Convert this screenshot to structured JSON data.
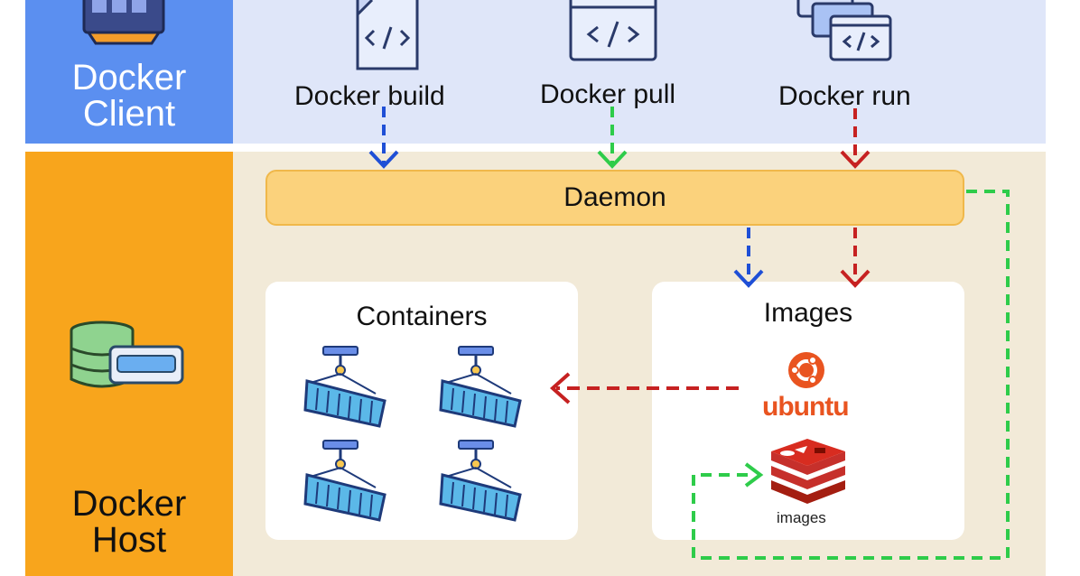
{
  "client": {
    "title_line1": "Docker",
    "title_line2": "Client"
  },
  "host": {
    "title_line1": "Docker",
    "title_line2": "Host"
  },
  "commands": [
    {
      "label": "Docker build",
      "arrow_color": "#1f4fd6"
    },
    {
      "label": "Docker pull",
      "arrow_color": "#2ecc4a"
    },
    {
      "label": "Docker run",
      "arrow_color": "#c62121"
    }
  ],
  "daemon": {
    "label": "Daemon"
  },
  "containers": {
    "title": "Containers"
  },
  "images": {
    "title": "Images",
    "ubuntu_logo_text": "ubuntu",
    "redis_caption": "images"
  },
  "icons": {
    "client": "monitor-icon",
    "host": "storage-server-icon",
    "build": "code-file-icon",
    "pull": "code-window-icon",
    "run": "stacked-code-windows-icon",
    "container": "container-crane-icon",
    "ubuntu": "ubuntu-logo-icon",
    "redis": "redis-logo-icon"
  },
  "colors": {
    "client_side": "#5b8ff0",
    "client_bg": "#dfe6f9",
    "host_side": "#f8a51c",
    "host_bg": "#f2ead8",
    "daemon": "#fbd27c",
    "build_arrow": "#1f4fd6",
    "pull_arrow": "#2ecc4a",
    "run_arrow": "#c62121"
  }
}
